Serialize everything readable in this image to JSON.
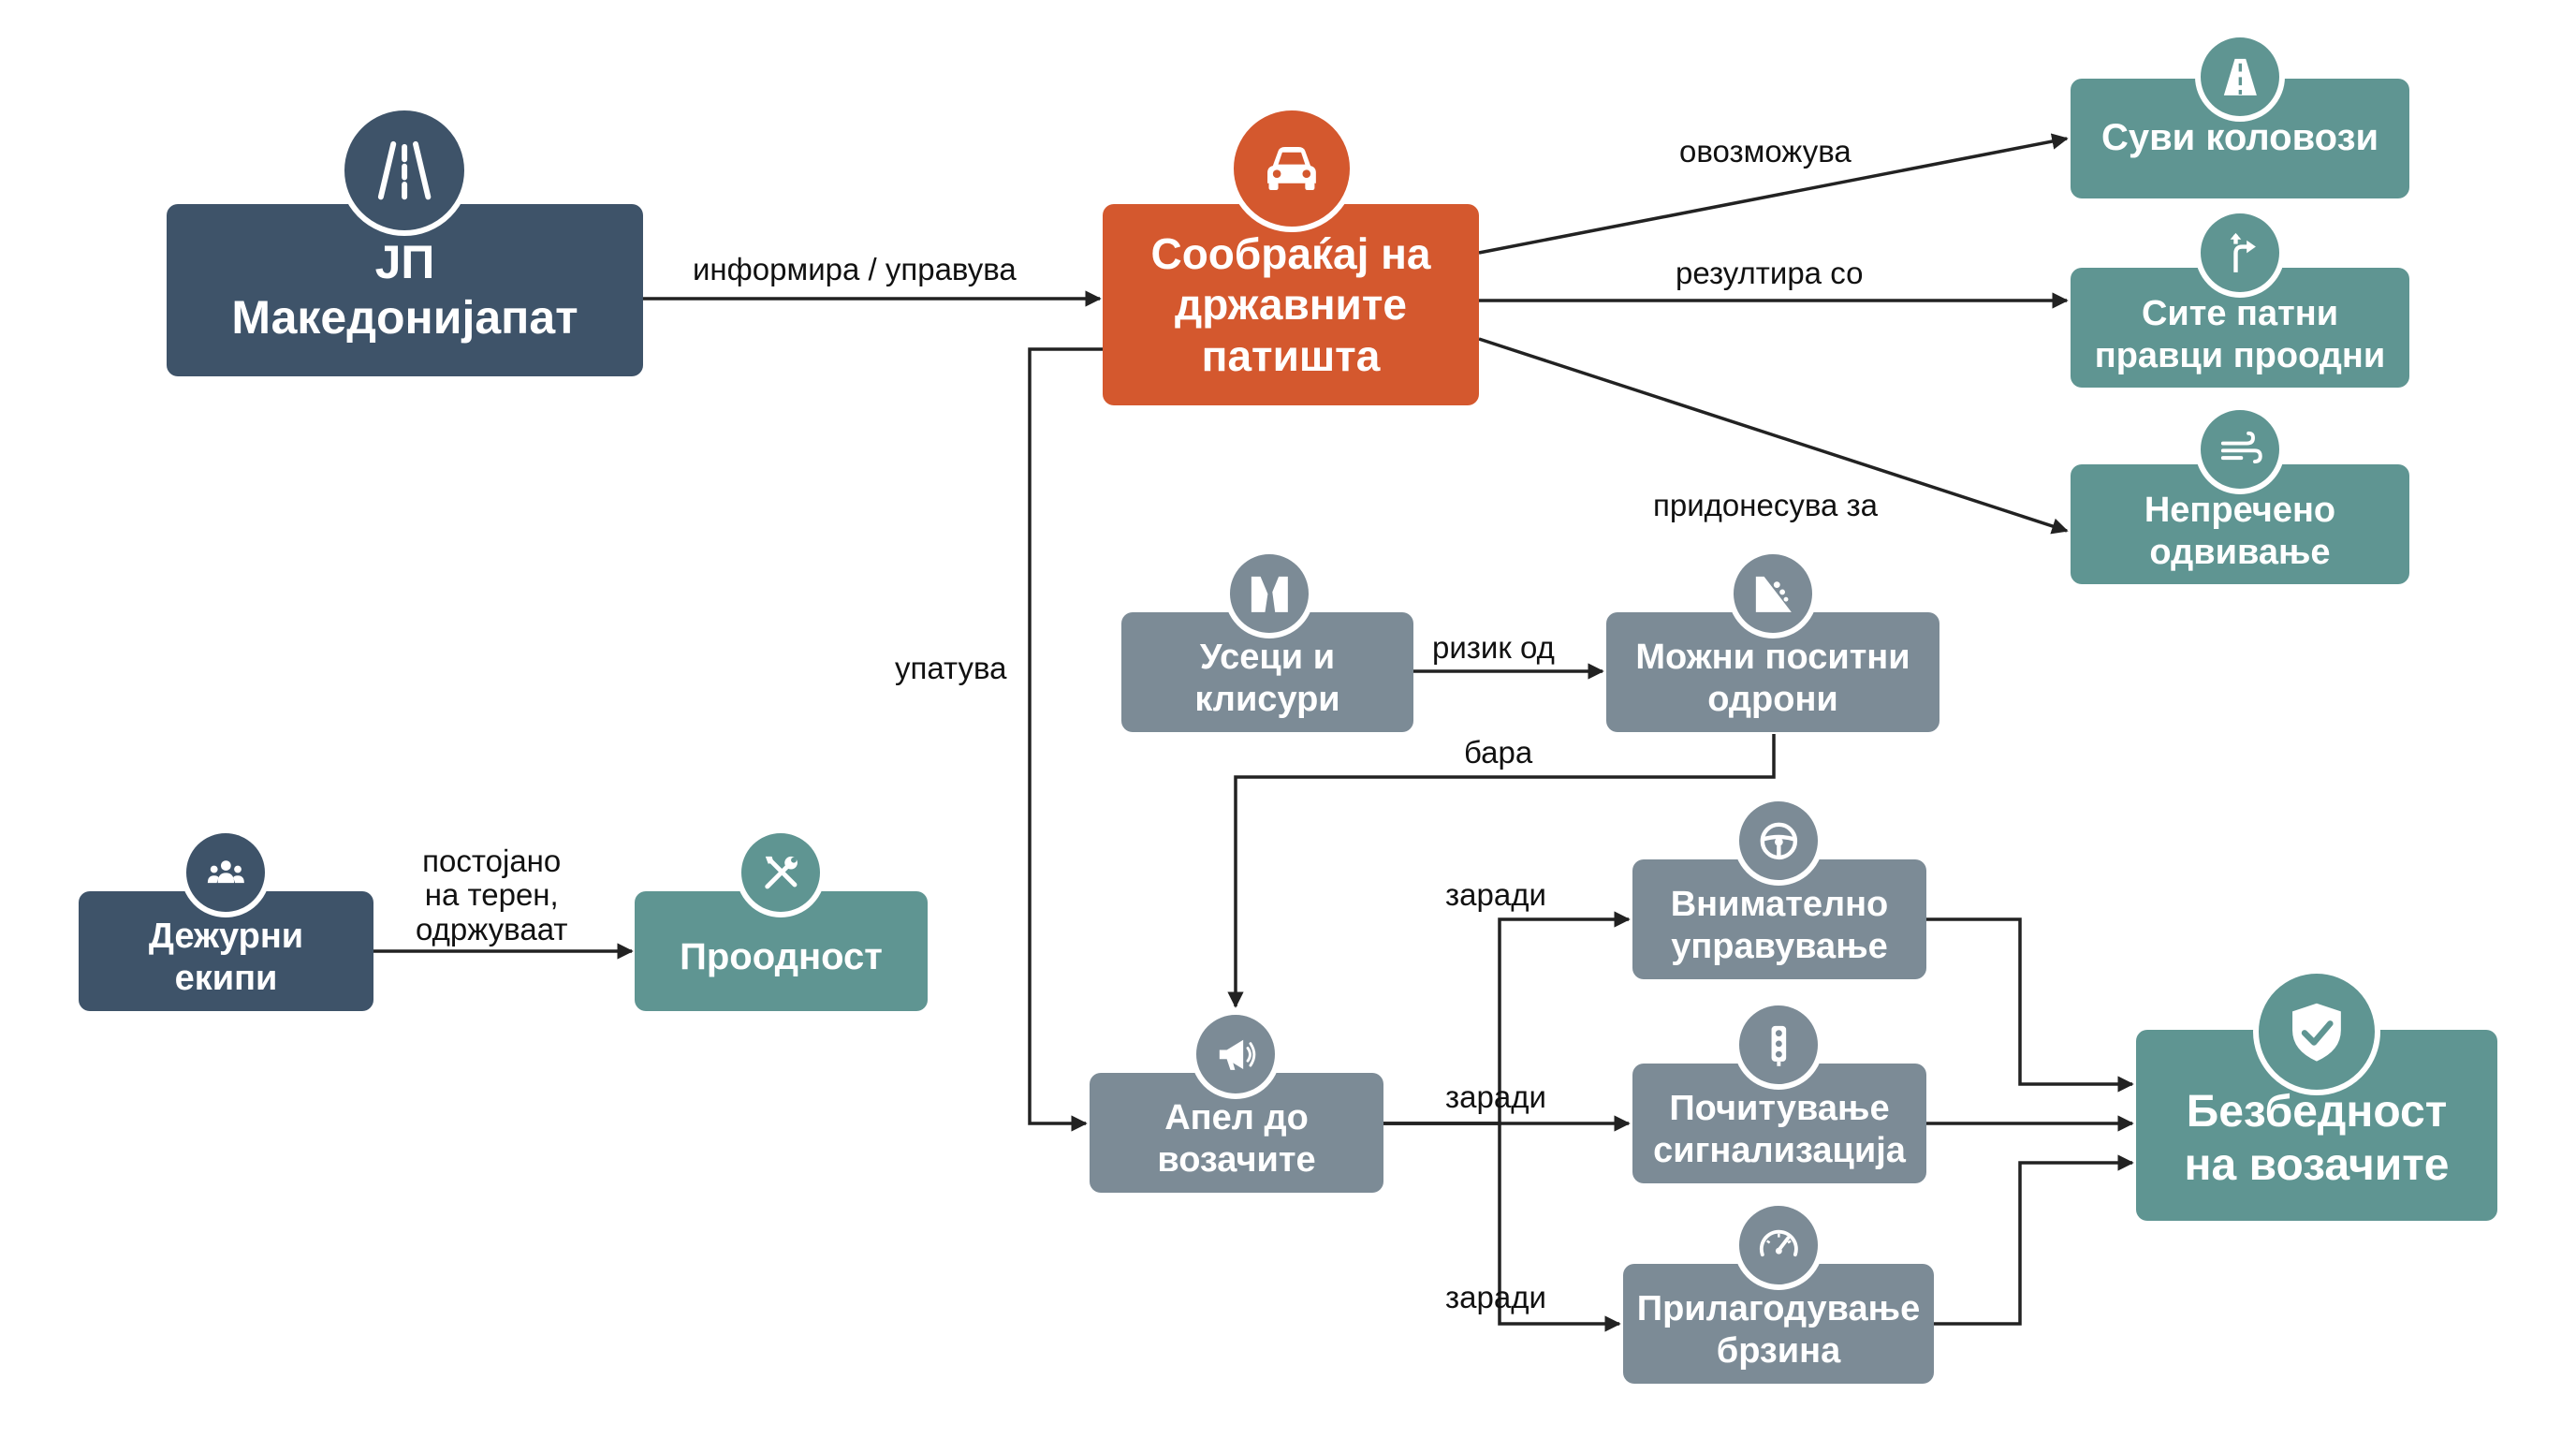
{
  "colors": {
    "navy": "#3e5369",
    "orange": "#d4582e",
    "teal": "#5f9592",
    "gray": "#7c8b96",
    "line": "#222222"
  },
  "nodes": {
    "jp": {
      "label": "ЈП\nМакедонијапат",
      "icon": "road-icon"
    },
    "traffic": {
      "label": "Сообраќај на\nдржавните\nпатишта",
      "icon": "car-icon"
    },
    "dry": {
      "label": "Суви коловози",
      "icon": "road-icon"
    },
    "passable": {
      "label": "Сите патни\nправци проодни",
      "icon": "turn-right-arrow-icon"
    },
    "unobstructed": {
      "label": "Непречено\nодвивање",
      "icon": "wind-icon"
    },
    "cuts": {
      "label": "Усеци и\nклисури",
      "icon": "canyon-icon"
    },
    "rockfall": {
      "label": "Можни поситни\nодрони",
      "icon": "falling-rocks-icon"
    },
    "crews": {
      "label": "Дежурни\nекипи",
      "icon": "team-icon"
    },
    "passability": {
      "label": "Проодност",
      "icon": "tools-icon"
    },
    "appeal": {
      "label": "Апел до\nвозачите",
      "icon": "megaphone-icon"
    },
    "careful": {
      "label": "Внимателно\nуправување",
      "icon": "steering-wheel-icon"
    },
    "signals": {
      "label": "Почитување\nсигнализација",
      "icon": "traffic-light-icon"
    },
    "speed": {
      "label": "Прилагодување\nбрзина",
      "icon": "speedometer-icon"
    },
    "safety": {
      "label": "Безбедност\nна возачите",
      "icon": "shield-check-icon"
    }
  },
  "edges": {
    "informs": "информира / управува",
    "enables": "овозможува",
    "results": "резултира со",
    "contributes": "придонесува за",
    "directs": "упатува",
    "risk": "ризик од",
    "requires": "бара",
    "constantly": "постојано\nна терен,\nодржуваат",
    "because1": "заради",
    "because2": "заради",
    "because3": "заради"
  }
}
